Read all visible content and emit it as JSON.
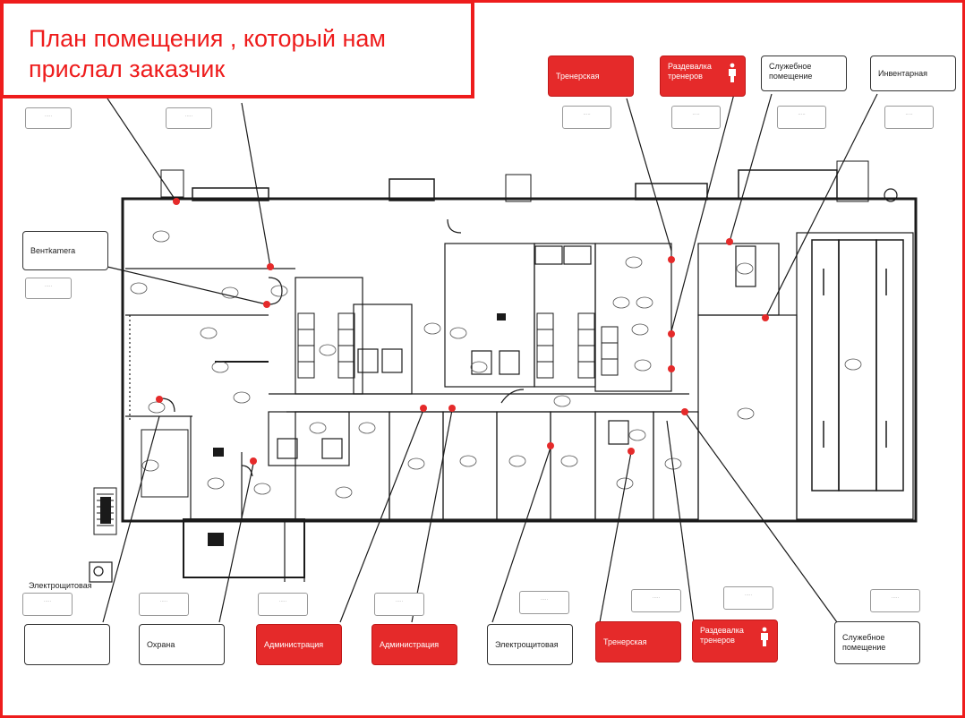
{
  "title": {
    "line1": "План помещения , который нам",
    "line2": "прислал заказчик"
  },
  "colors": {
    "accent": "#ee1c1c",
    "callout_red": "#e52a2a",
    "wall": "#1a1a1a",
    "marker": "#e52a2a"
  },
  "callouts": {
    "trainer_top": "Тренерская",
    "locker_top": "Раздевалка тренеров",
    "service_top": "Служебное помещение",
    "inventory": "Инвентарная",
    "ventkamera": "Вентkamera",
    "electro_left": "Электрощитовая",
    "guard": "Охрана",
    "admin1": "Администрация",
    "admin2": "Администрация",
    "electro_bottom": "Электрощитовая",
    "trainer_bottom": "Тренерская",
    "locker_bottom": "Раздевалка тренеров",
    "service_bottom": "Служебное помещение"
  },
  "icons": {
    "person": "person-icon"
  }
}
